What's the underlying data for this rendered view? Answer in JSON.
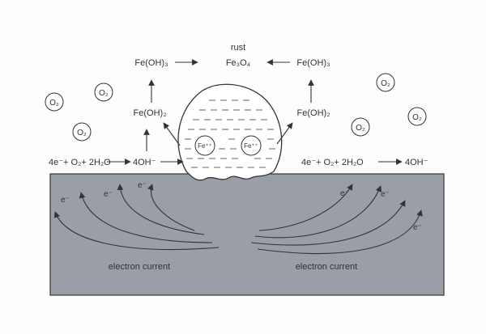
{
  "labels": {
    "rust": "rust",
    "fe3o4": "Fe₃O₄",
    "feoh3_left": "Fe(OH)₃",
    "feoh3_right": "Fe(OH)₃",
    "feoh2_left": "Fe(OH)₂",
    "feoh2_right": "Fe(OH)₂",
    "reaction_left": "4e⁻+ O₂+ 2H₂O",
    "oh_left": "4OH⁻",
    "reaction_right": "4e⁻+ O₂+ 2H₂O",
    "oh_right": "4OH⁻",
    "fe_ion": "Fe⁺⁺",
    "electron": "e⁻",
    "electron_current": "electron current",
    "oxygen": "O₂"
  },
  "colors": {
    "metal": "#9a9ea7",
    "metal_border": "#333333",
    "droplet_fill": "#ffffff",
    "line": "#333333"
  }
}
